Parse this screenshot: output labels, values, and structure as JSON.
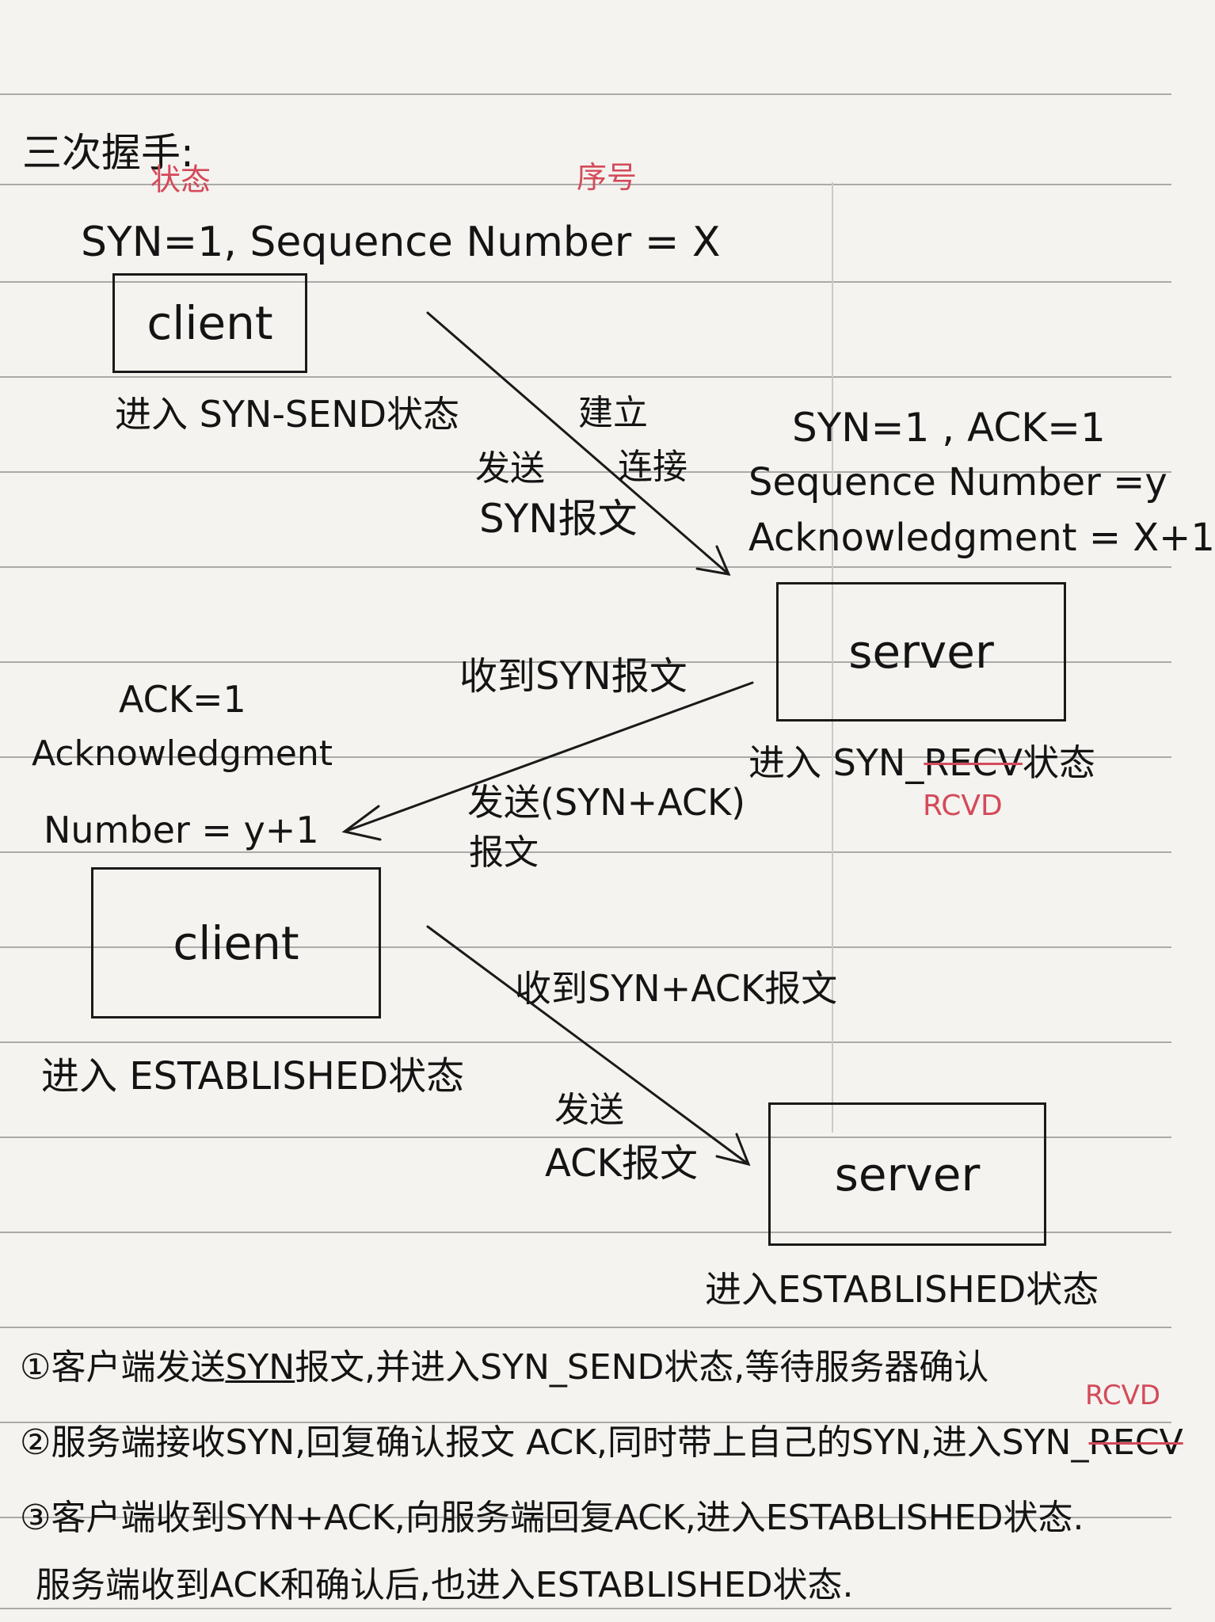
{
  "title": "三次握手:",
  "annotations": {
    "state": "状态",
    "seq": "序号",
    "rcvd1": "RCVD",
    "rcvd2": "RCVD"
  },
  "step1": {
    "header": "SYN=1, Sequence Number = X",
    "client": "client",
    "client_state": "进入 SYN-SEND状态",
    "send": "发送",
    "send_msg": "SYN报文",
    "establish": "建立",
    "connect": "连接"
  },
  "step2": {
    "hdr1": "SYN=1 , ACK=1",
    "hdr2": "Sequence Number =y",
    "hdr3": "Acknowledgment = X+1",
    "server": "server",
    "recv": "收到SYN报文",
    "server_state_prefix": "进入 SYN_",
    "server_state_struck": "RECV",
    "server_state_suffix": "状态",
    "ack1": "ACK=1",
    "ack2": "Acknowledgment",
    "ack3": "Number = y+1",
    "send": "发送(SYN+ACK)",
    "send_msg": "报文"
  },
  "step3": {
    "client": "client",
    "client_state": "进入 ESTABLISHED状态",
    "recv": "收到SYN+ACK报文",
    "send": "发送",
    "send_msg": "ACK报文",
    "server": "server",
    "server_state": "进入ESTABLISHED状态"
  },
  "notes": {
    "n1_prefix": "①客户端发送",
    "n1_syn": "SYN",
    "n1_rest": "报文,并进入SYN_SEND状态,等待服务器确认",
    "n2_main": "②服务端接收SYN,回复确认报文 ACK,同时带上自己的SYN,进入SYN_",
    "n2_struck": "RECV",
    "n3": "③客户端收到SYN+ACK,向服务端回复ACK,进入ESTABLISHED状态.",
    "n4": "服务端收到ACK和确认后,也进入ESTABLISHED状态."
  }
}
